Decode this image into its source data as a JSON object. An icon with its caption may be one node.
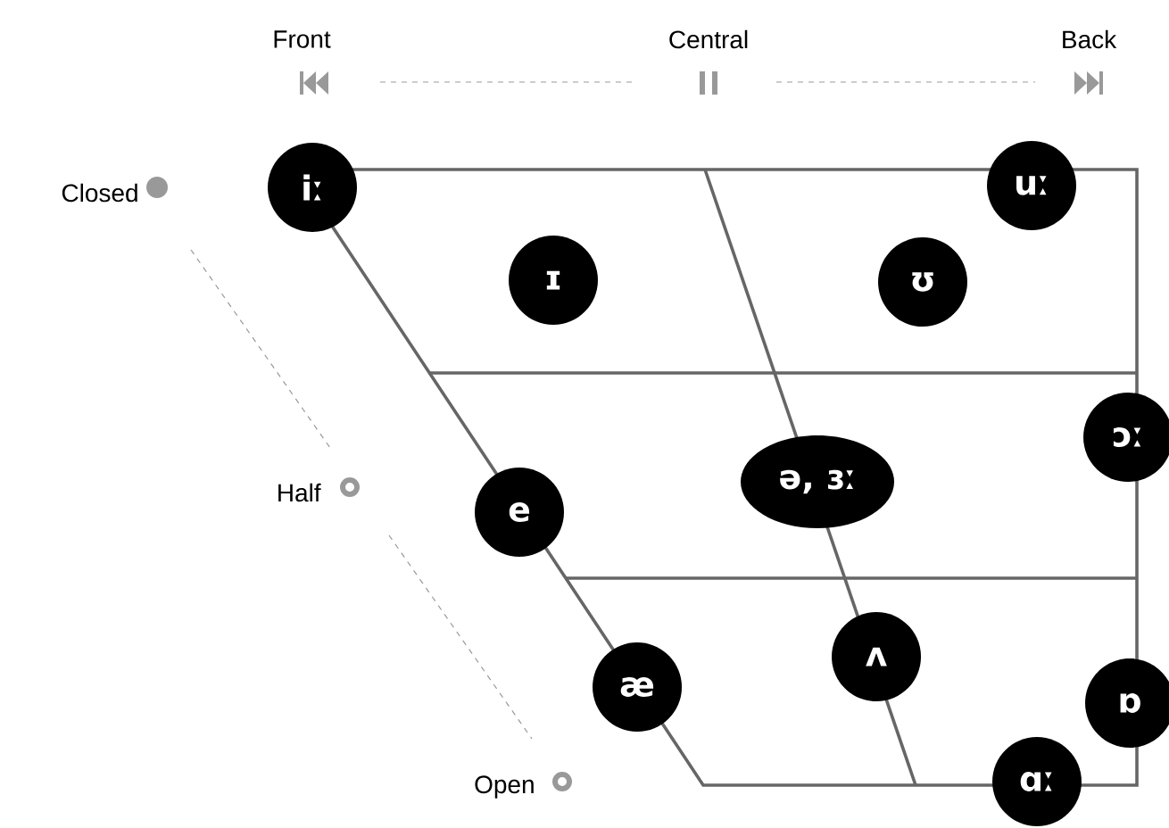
{
  "diagram": {
    "nodes": [
      {
        "text": [
          "iː"
        ]
      },
      {
        "text": [
          "uː"
        ]
      },
      {
        "text": [
          "ɪ"
        ]
      },
      {
        "text": [
          "ʊ"
        ]
      },
      {
        "text": [
          "ɔː"
        ]
      },
      {
        "text": [
          "ə, ɜː"
        ]
      },
      {
        "text": [
          "e"
        ]
      },
      {
        "text": [
          "ʌ"
        ]
      },
      {
        "text": [
          "æ"
        ]
      },
      {
        "text": [
          "ɒ"
        ]
      },
      {
        "text": [
          "ɑː"
        ]
      }
    ],
    "labels": [
      "Front",
      "Central",
      "Back",
      "Closed",
      "Half",
      "Open"
    ]
  }
}
